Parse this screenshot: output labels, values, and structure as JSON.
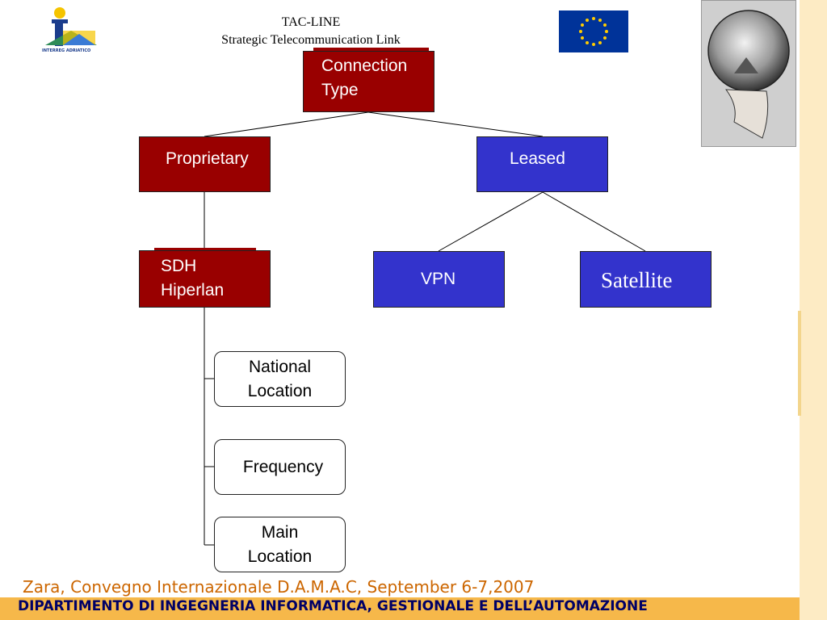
{
  "header": {
    "title": "TAC-LINE",
    "subtitle": "Strategic Telecommunication Link"
  },
  "logos": {
    "interreg_text": "INTERREG ADRIATICO"
  },
  "diagram": {
    "root": {
      "label": "Connection Type",
      "lines": [
        "Connection",
        "Type"
      ],
      "color": "#990000"
    },
    "level1": [
      {
        "id": "proprietary",
        "label": "Proprietary",
        "color": "#990000"
      },
      {
        "id": "leased",
        "label": "Leased",
        "color": "#3333cc"
      }
    ],
    "proprietary_child": {
      "label": "SDH Hiperlan",
      "lines": [
        "SDH",
        "Hiperlan"
      ],
      "color": "#990000"
    },
    "leased_children": [
      {
        "id": "vpn",
        "label": "VPN",
        "color": "#3333cc"
      },
      {
        "id": "satellite",
        "label": "Satellite",
        "color": "#3333cc"
      }
    ],
    "sdh_children": [
      {
        "id": "national",
        "lines": [
          "National",
          "Location"
        ]
      },
      {
        "id": "frequency",
        "lines": [
          "Frequency"
        ]
      },
      {
        "id": "main",
        "lines": [
          "Main",
          "Location"
        ]
      }
    ]
  },
  "footer": {
    "event": "Zara, Convegno Internazionale D.A.M.A.C, September 6-7,2007",
    "department": "DIPARTIMENTO DI INGEGNERIA INFORMATICA, GESTIONALE E DELL’AUTOMAZIONE"
  },
  "colors": {
    "red": "#990000",
    "blue": "#3333cc",
    "footer_bar": "#f6b84a",
    "footer_text": "#000066",
    "event_text": "#cc6600"
  }
}
